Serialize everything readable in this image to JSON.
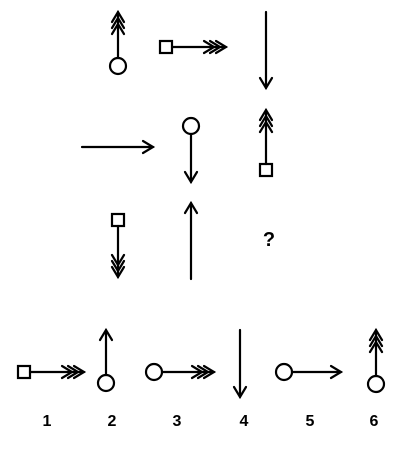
{
  "puzzle": {
    "question_mark": "?",
    "grid": [
      {
        "id": "r1c1",
        "tail": "circle",
        "dir": "up",
        "heads": 3
      },
      {
        "id": "r1c2",
        "tail": "square",
        "dir": "right",
        "heads": 3
      },
      {
        "id": "r1c3",
        "tail": "none",
        "dir": "down",
        "heads": 1
      },
      {
        "id": "r2c1",
        "tail": "none",
        "dir": "right",
        "heads": 1
      },
      {
        "id": "r2c2",
        "tail": "circle",
        "dir": "down",
        "heads": 1
      },
      {
        "id": "r2c3",
        "tail": "square",
        "dir": "up",
        "heads": 3
      },
      {
        "id": "r3c1",
        "tail": "square",
        "dir": "down",
        "heads": 3
      },
      {
        "id": "r3c2",
        "tail": "none",
        "dir": "up",
        "heads": 1
      }
    ],
    "options": [
      {
        "label": "1",
        "tail": "square",
        "dir": "right",
        "heads": 3
      },
      {
        "label": "2",
        "tail": "circle",
        "dir": "up",
        "heads": 1
      },
      {
        "label": "3",
        "tail": "circle",
        "dir": "right",
        "heads": 3
      },
      {
        "label": "4",
        "tail": "none",
        "dir": "down",
        "heads": 1
      },
      {
        "label": "5",
        "tail": "circle",
        "dir": "right",
        "heads": 1
      },
      {
        "label": "6",
        "tail": "circle",
        "dir": "up",
        "heads": 3
      }
    ]
  }
}
